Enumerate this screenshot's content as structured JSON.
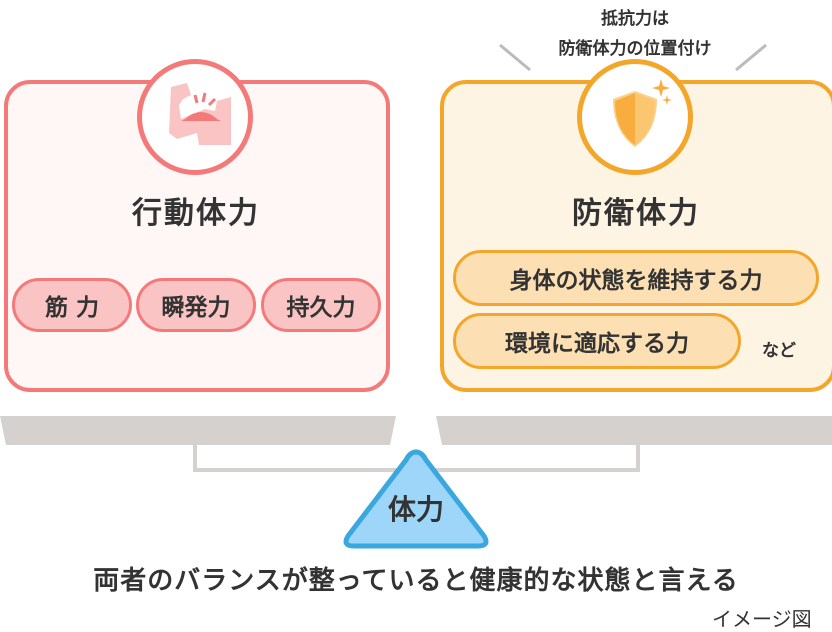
{
  "left": {
    "title": "行動体力",
    "icon": "flexed-arm-icon",
    "items": [
      "筋 力",
      "瞬発力",
      "持久力"
    ],
    "color": "#f47a7a"
  },
  "right": {
    "title": "防衛体力",
    "icon": "shield-icon",
    "items": [
      "身体の状態を維持する力",
      "環境に適応する力"
    ],
    "etc": "など",
    "color": "#f4a62a"
  },
  "callout": {
    "line1": "抵抗力は",
    "line2": "防衛体力の位置付け"
  },
  "fulcrum": {
    "label": "体力",
    "color": "#3aa8de"
  },
  "caption": "両者のバランスが整っていると健康的な状態と言える",
  "footnote": "イメージ図"
}
